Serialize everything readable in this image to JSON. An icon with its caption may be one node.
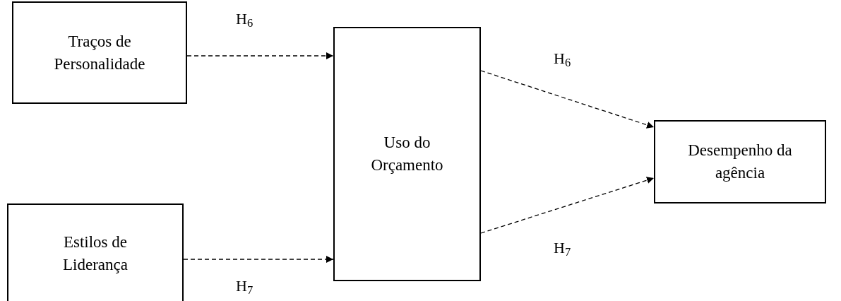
{
  "diagram": {
    "nodes": [
      {
        "text": [
          "Traços de Personalidade"
        ]
      },
      {
        "text": [
          "Estilos de Liderança"
        ]
      },
      {
        "text": [
          "Uso do Orçamento"
        ]
      },
      {
        "text": [
          "Desempenho da agência"
        ]
      }
    ],
    "edges": [
      {
        "from": 0,
        "to": 2,
        "arrow": "to",
        "style": "dashed",
        "label": "H$_{6}$"
      },
      {
        "from": 1,
        "to": 2,
        "arrow": "to",
        "style": "dashed",
        "label": "H$_{7}$"
      },
      {
        "from": 2,
        "to": 3,
        "arrow": "to",
        "style": "dashed",
        "label": "H$_{6}$"
      },
      {
        "from": 2,
        "to": 3,
        "arrow": "to",
        "style": "dashed",
        "label": "H$_{7}$"
      }
    ]
  }
}
